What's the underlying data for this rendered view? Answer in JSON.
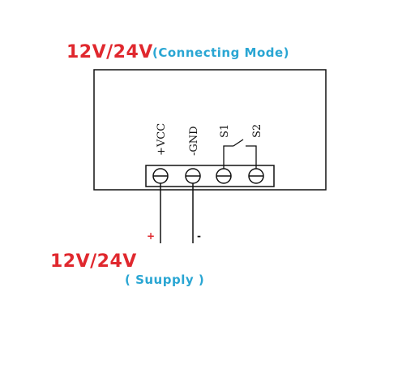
{
  "header": {
    "voltage": "12V/24V",
    "mode_caption": "(Connecting Mode)"
  },
  "terminals": [
    {
      "id": "vcc",
      "label": "+VCC"
    },
    {
      "id": "gnd",
      "label": "-GND"
    },
    {
      "id": "s1",
      "label": "S1"
    },
    {
      "id": "s2",
      "label": "S2"
    }
  ],
  "supply": {
    "plus": "+",
    "minus": "-",
    "voltage": "12V/24V",
    "caption": "( Suupply )"
  },
  "colors": {
    "voltage": "#e0282e",
    "caption": "#2aa6d3",
    "line": "#111111"
  }
}
